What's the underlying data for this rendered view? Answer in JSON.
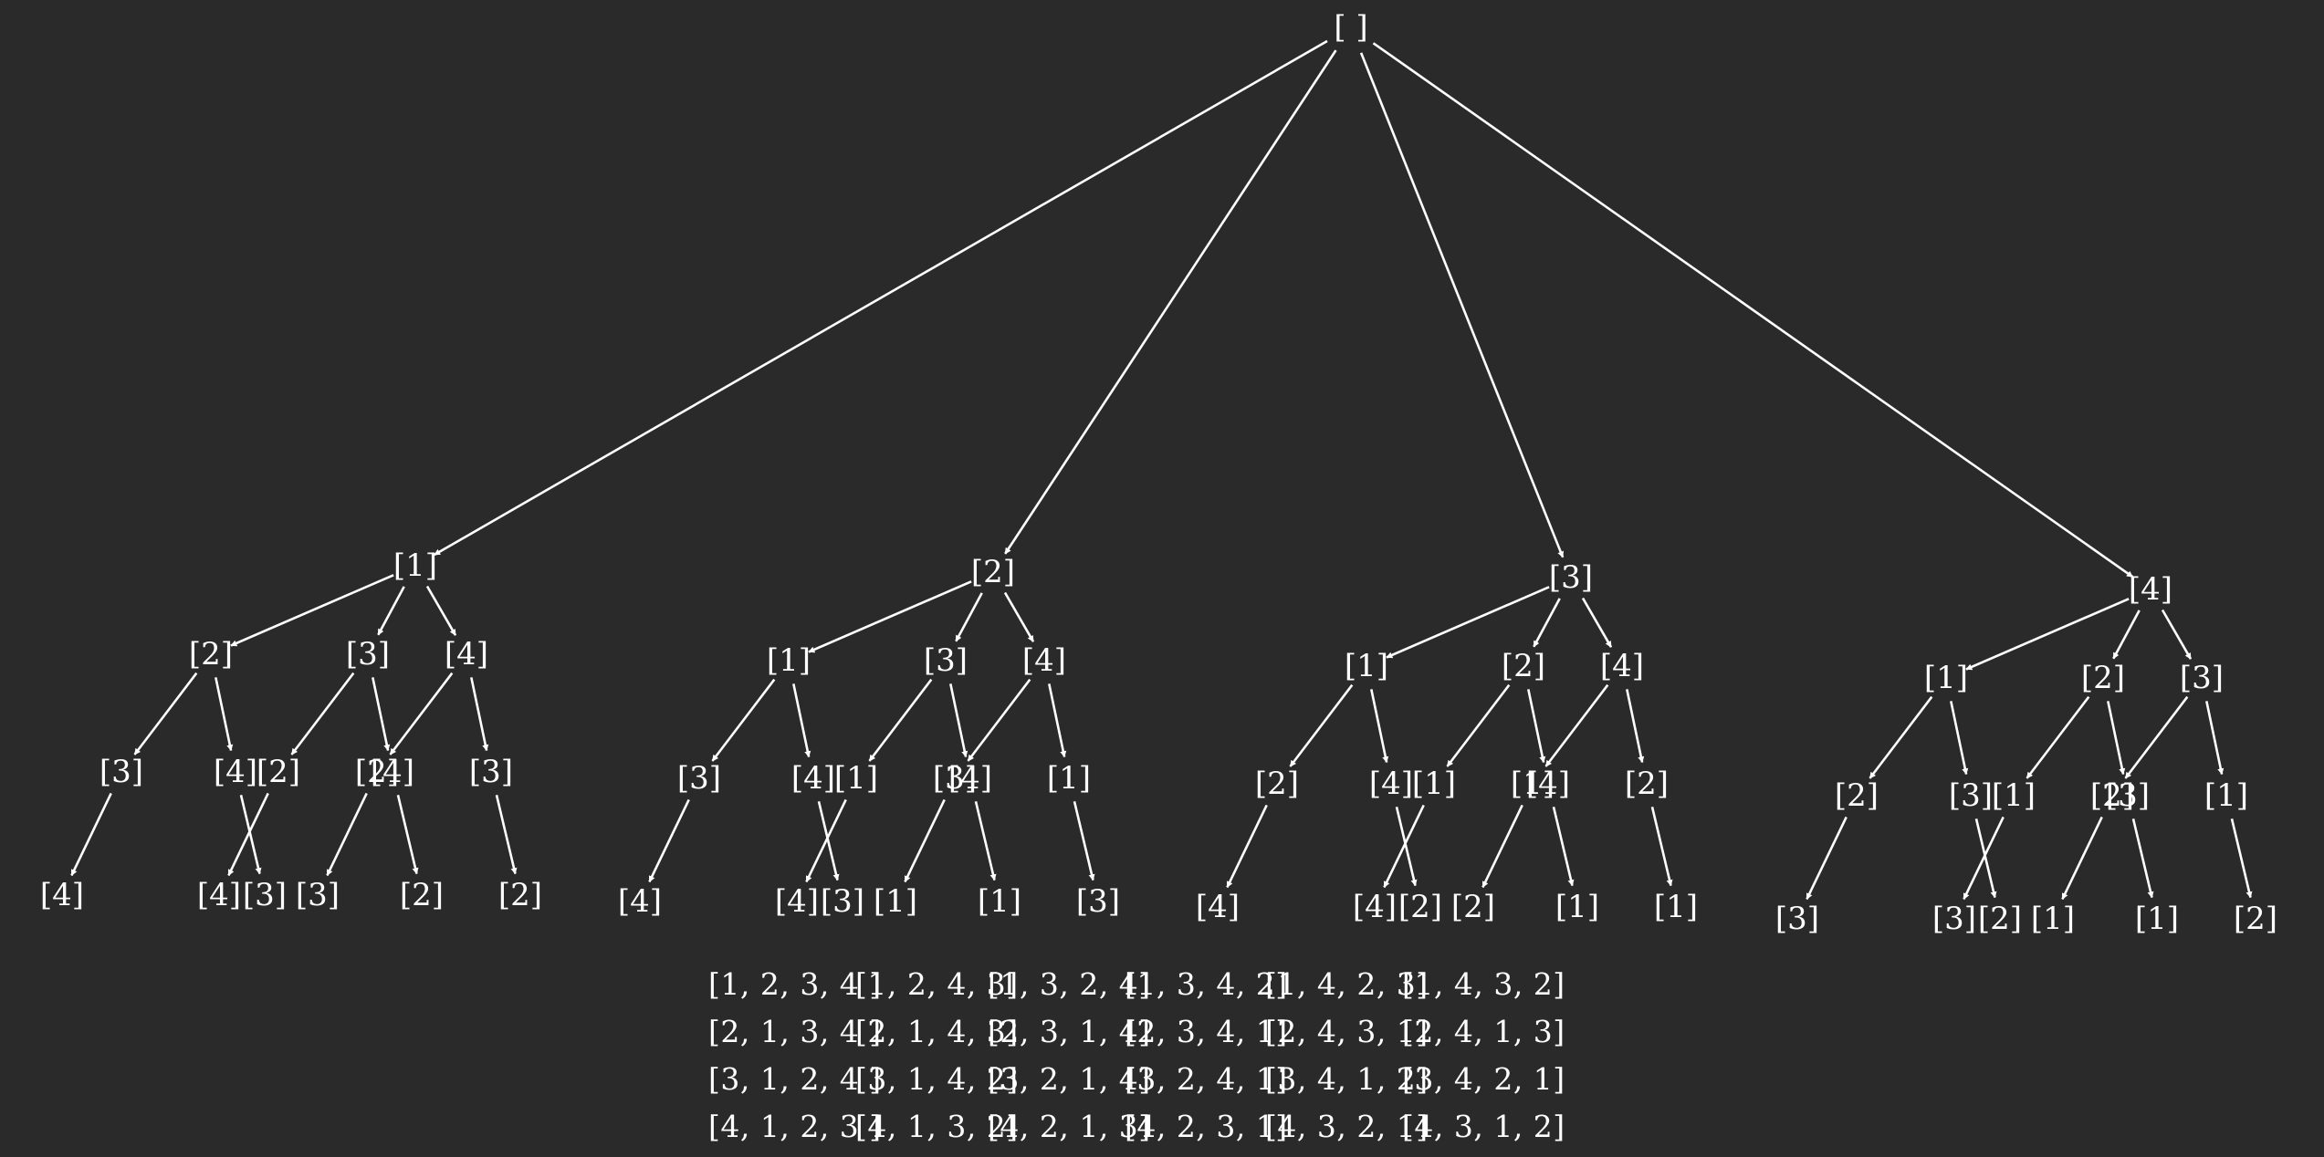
{
  "colors": {
    "background": "#2a2a2a",
    "foreground": "#ffffff"
  },
  "tree": {
    "label": "[ ]",
    "children": [
      {
        "label": "[1]",
        "children": [
          {
            "label": "[2]",
            "children": [
              {
                "label": "[3]",
                "children": [
                  {
                    "label": "[4]"
                  }
                ]
              },
              {
                "label": "[4]",
                "children": [
                  {
                    "label": "[3]"
                  }
                ]
              }
            ]
          },
          {
            "label": "[3]",
            "children": [
              {
                "label": "[2]",
                "children": [
                  {
                    "label": "[4]"
                  }
                ]
              },
              {
                "label": "[4]",
                "children": [
                  {
                    "label": "[2]"
                  }
                ]
              }
            ]
          },
          {
            "label": "[4]",
            "children": [
              {
                "label": "[2]",
                "children": [
                  {
                    "label": "[3]"
                  }
                ]
              },
              {
                "label": "[3]",
                "children": [
                  {
                    "label": "[2]"
                  }
                ]
              }
            ]
          }
        ]
      },
      {
        "label": "[2]",
        "children": [
          {
            "label": "[1]",
            "children": [
              {
                "label": "[3]",
                "children": [
                  {
                    "label": "[4]"
                  }
                ]
              },
              {
                "label": "[4]",
                "children": [
                  {
                    "label": "[3]"
                  }
                ]
              }
            ]
          },
          {
            "label": "[3]",
            "children": [
              {
                "label": "[1]",
                "children": [
                  {
                    "label": "[4]"
                  }
                ]
              },
              {
                "label": "[4]",
                "children": [
                  {
                    "label": "[1]"
                  }
                ]
              }
            ]
          },
          {
            "label": "[4]",
            "children": [
              {
                "label": "[3]",
                "children": [
                  {
                    "label": "[1]"
                  }
                ]
              },
              {
                "label": "[1]",
                "children": [
                  {
                    "label": "[3]"
                  }
                ]
              }
            ]
          }
        ]
      },
      {
        "label": "[3]",
        "children": [
          {
            "label": "[1]",
            "children": [
              {
                "label": "[2]",
                "children": [
                  {
                    "label": "[4]"
                  }
                ]
              },
              {
                "label": "[4]",
                "children": [
                  {
                    "label": "[2]"
                  }
                ]
              }
            ]
          },
          {
            "label": "[2]",
            "children": [
              {
                "label": "[1]",
                "children": [
                  {
                    "label": "[4]"
                  }
                ]
              },
              {
                "label": "[4]",
                "children": [
                  {
                    "label": "[1]"
                  }
                ]
              }
            ]
          },
          {
            "label": "[4]",
            "children": [
              {
                "label": "[1]",
                "children": [
                  {
                    "label": "[2]"
                  }
                ]
              },
              {
                "label": "[2]",
                "children": [
                  {
                    "label": "[1]"
                  }
                ]
              }
            ]
          }
        ]
      },
      {
        "label": "[4]",
        "children": [
          {
            "label": "[1]",
            "children": [
              {
                "label": "[2]",
                "children": [
                  {
                    "label": "[3]"
                  }
                ]
              },
              {
                "label": "[3]",
                "children": [
                  {
                    "label": "[2]"
                  }
                ]
              }
            ]
          },
          {
            "label": "[2]",
            "children": [
              {
                "label": "[1]",
                "children": [
                  {
                    "label": "[3]"
                  }
                ]
              },
              {
                "label": "[3]",
                "children": [
                  {
                    "label": "[1]"
                  }
                ]
              }
            ]
          },
          {
            "label": "[3]",
            "children": [
              {
                "label": "[2]",
                "children": [
                  {
                    "label": "[1]"
                  }
                ]
              },
              {
                "label": "[1]",
                "children": [
                  {
                    "label": "[2]"
                  }
                ]
              }
            ]
          }
        ]
      }
    ]
  },
  "permutations": [
    [
      "[1, 2, 3, 4 ]",
      "[1, 2, 4, 3]",
      "[1, 3, 2, 4]",
      "[1, 3, 4, 2]",
      "[1, 4, 2, 3]",
      "[1, 4, 3, 2]"
    ],
    [
      "[2, 1, 3, 4 ]",
      "[2, 1, 4, 3]",
      "[2, 3, 1, 4]",
      "[2, 3, 4, 1]",
      "[2, 4, 3, 1]",
      "[2, 4, 1, 3]"
    ],
    [
      "[3, 1, 2, 4 ]",
      "[3, 1, 4, 2]",
      "[3, 2, 1, 4]",
      "[3, 2, 4, 1]",
      "[3, 4, 1, 2]",
      "[3, 4, 2, 1]"
    ],
    [
      "[4, 1, 2, 3 ]",
      "[4, 1, 3, 2]",
      "[4, 2, 1, 3]",
      "[4, 2, 3, 1]",
      "[4, 3, 2, 1]",
      "[4, 3, 1, 2]"
    ]
  ]
}
